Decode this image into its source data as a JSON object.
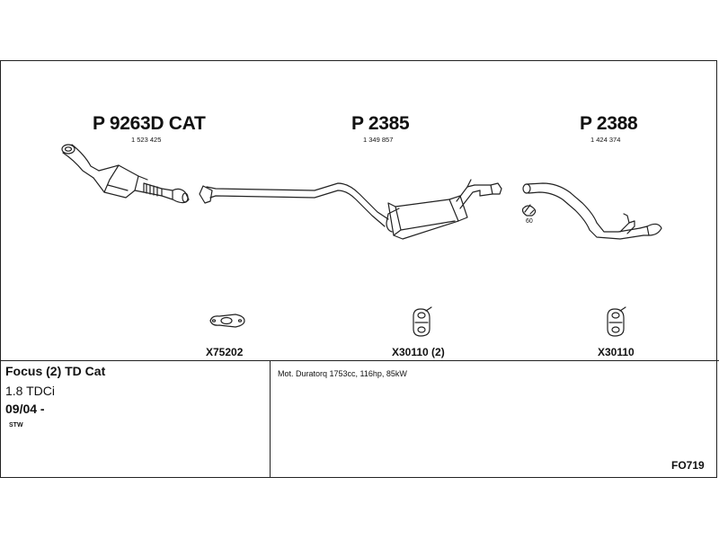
{
  "parts": [
    {
      "part_number": "P 9263D CAT",
      "oem_number": "1 523 425"
    },
    {
      "part_number": "P 2385",
      "oem_number": "1 349 857"
    },
    {
      "part_number": "P 2388",
      "oem_number": "1 424 374"
    }
  ],
  "clamp_size": "60",
  "accessories": [
    {
      "code": "X75202",
      "icon": "flange-gasket-icon"
    },
    {
      "code": "X30110 (2)",
      "icon": "rubber-mount-icon"
    },
    {
      "code": "X30110",
      "icon": "rubber-mount-icon"
    }
  ],
  "vehicle": {
    "model": "Focus (2) TD Cat",
    "engine": "1.8 TDCi",
    "date": "09/04 -",
    "body": "STW"
  },
  "engine_details": "Mot. Duratorq 1753cc, 116hp, 85kW",
  "reference_code": "FO719"
}
